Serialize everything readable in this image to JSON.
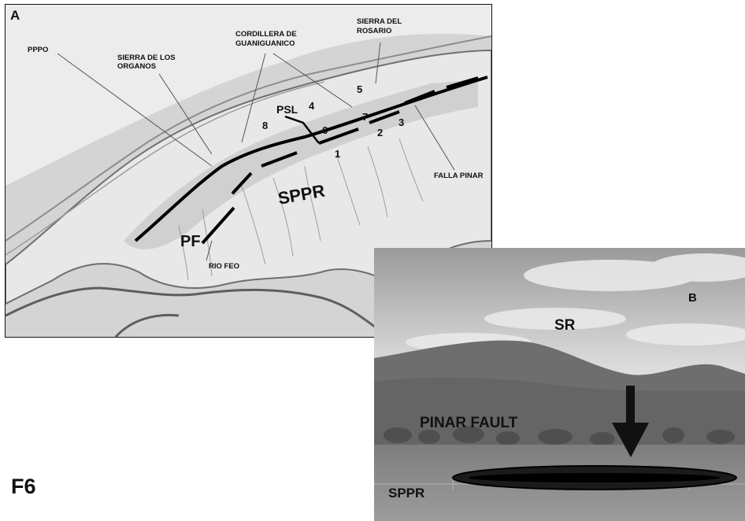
{
  "figure_label": "F6",
  "panel_a": {
    "label": "A",
    "places": {
      "pppo": "PPPO",
      "sierra_organos_1": "SIERRA DE LOS",
      "sierra_organos_2": "ORGANOS",
      "cordillera_1": "CORDILLERA DE",
      "cordillera_2": "GUANIGUANICO",
      "sierra_rosario_1": "SIERRA DEL",
      "sierra_rosario_2": "ROSARIO",
      "psl": "PSL",
      "sppr": "SPPR",
      "pf": "PF",
      "rio_feo": "RIO FEO",
      "falla_pinar": "FALLA PINAR"
    },
    "numbers": [
      "1",
      "2",
      "3",
      "4",
      "5",
      "6",
      "7",
      "8"
    ]
  },
  "panel_b": {
    "label": "B",
    "sr": "SR",
    "pinar_fault": "PINAR FAULT",
    "sppr": "SPPR"
  },
  "colors": {
    "land": "#e6e6e6",
    "sea": "#cfcfcf",
    "coast": "#7a7a7a",
    "fault": "#000000"
  }
}
